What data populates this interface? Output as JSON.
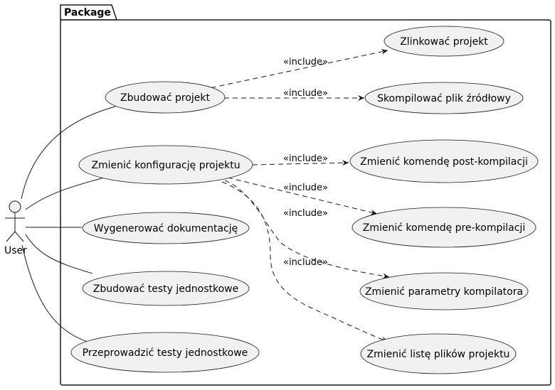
{
  "package": {
    "title": "Package"
  },
  "actor": {
    "label": "User"
  },
  "use_cases": {
    "build_project": "Zbudować projekt",
    "link_project": "Zlinkować projekt",
    "compile_source": "Skompilować plik źródłowy",
    "change_config": "Zmienić konfigurację projektu",
    "post_build_cmd": "Zmienić komendę post-kompilacji",
    "pre_build_cmd": "Zmienić komendę pre-kompilacji",
    "compiler_params": "Zmienić parametry kompilatora",
    "file_list": "Zmienić listę plików projektu",
    "generate_docs": "Wygenerować dokumentację",
    "build_unit_tests": "Zbudować testy jednostkowe",
    "run_unit_tests": "Przeprowadzić testy jednostkowe"
  },
  "relations": {
    "include_label": "«include»"
  },
  "colors": {
    "ellipse_fill": "#f1f1f1",
    "stroke": "#181818",
    "background": "#ffffff"
  }
}
